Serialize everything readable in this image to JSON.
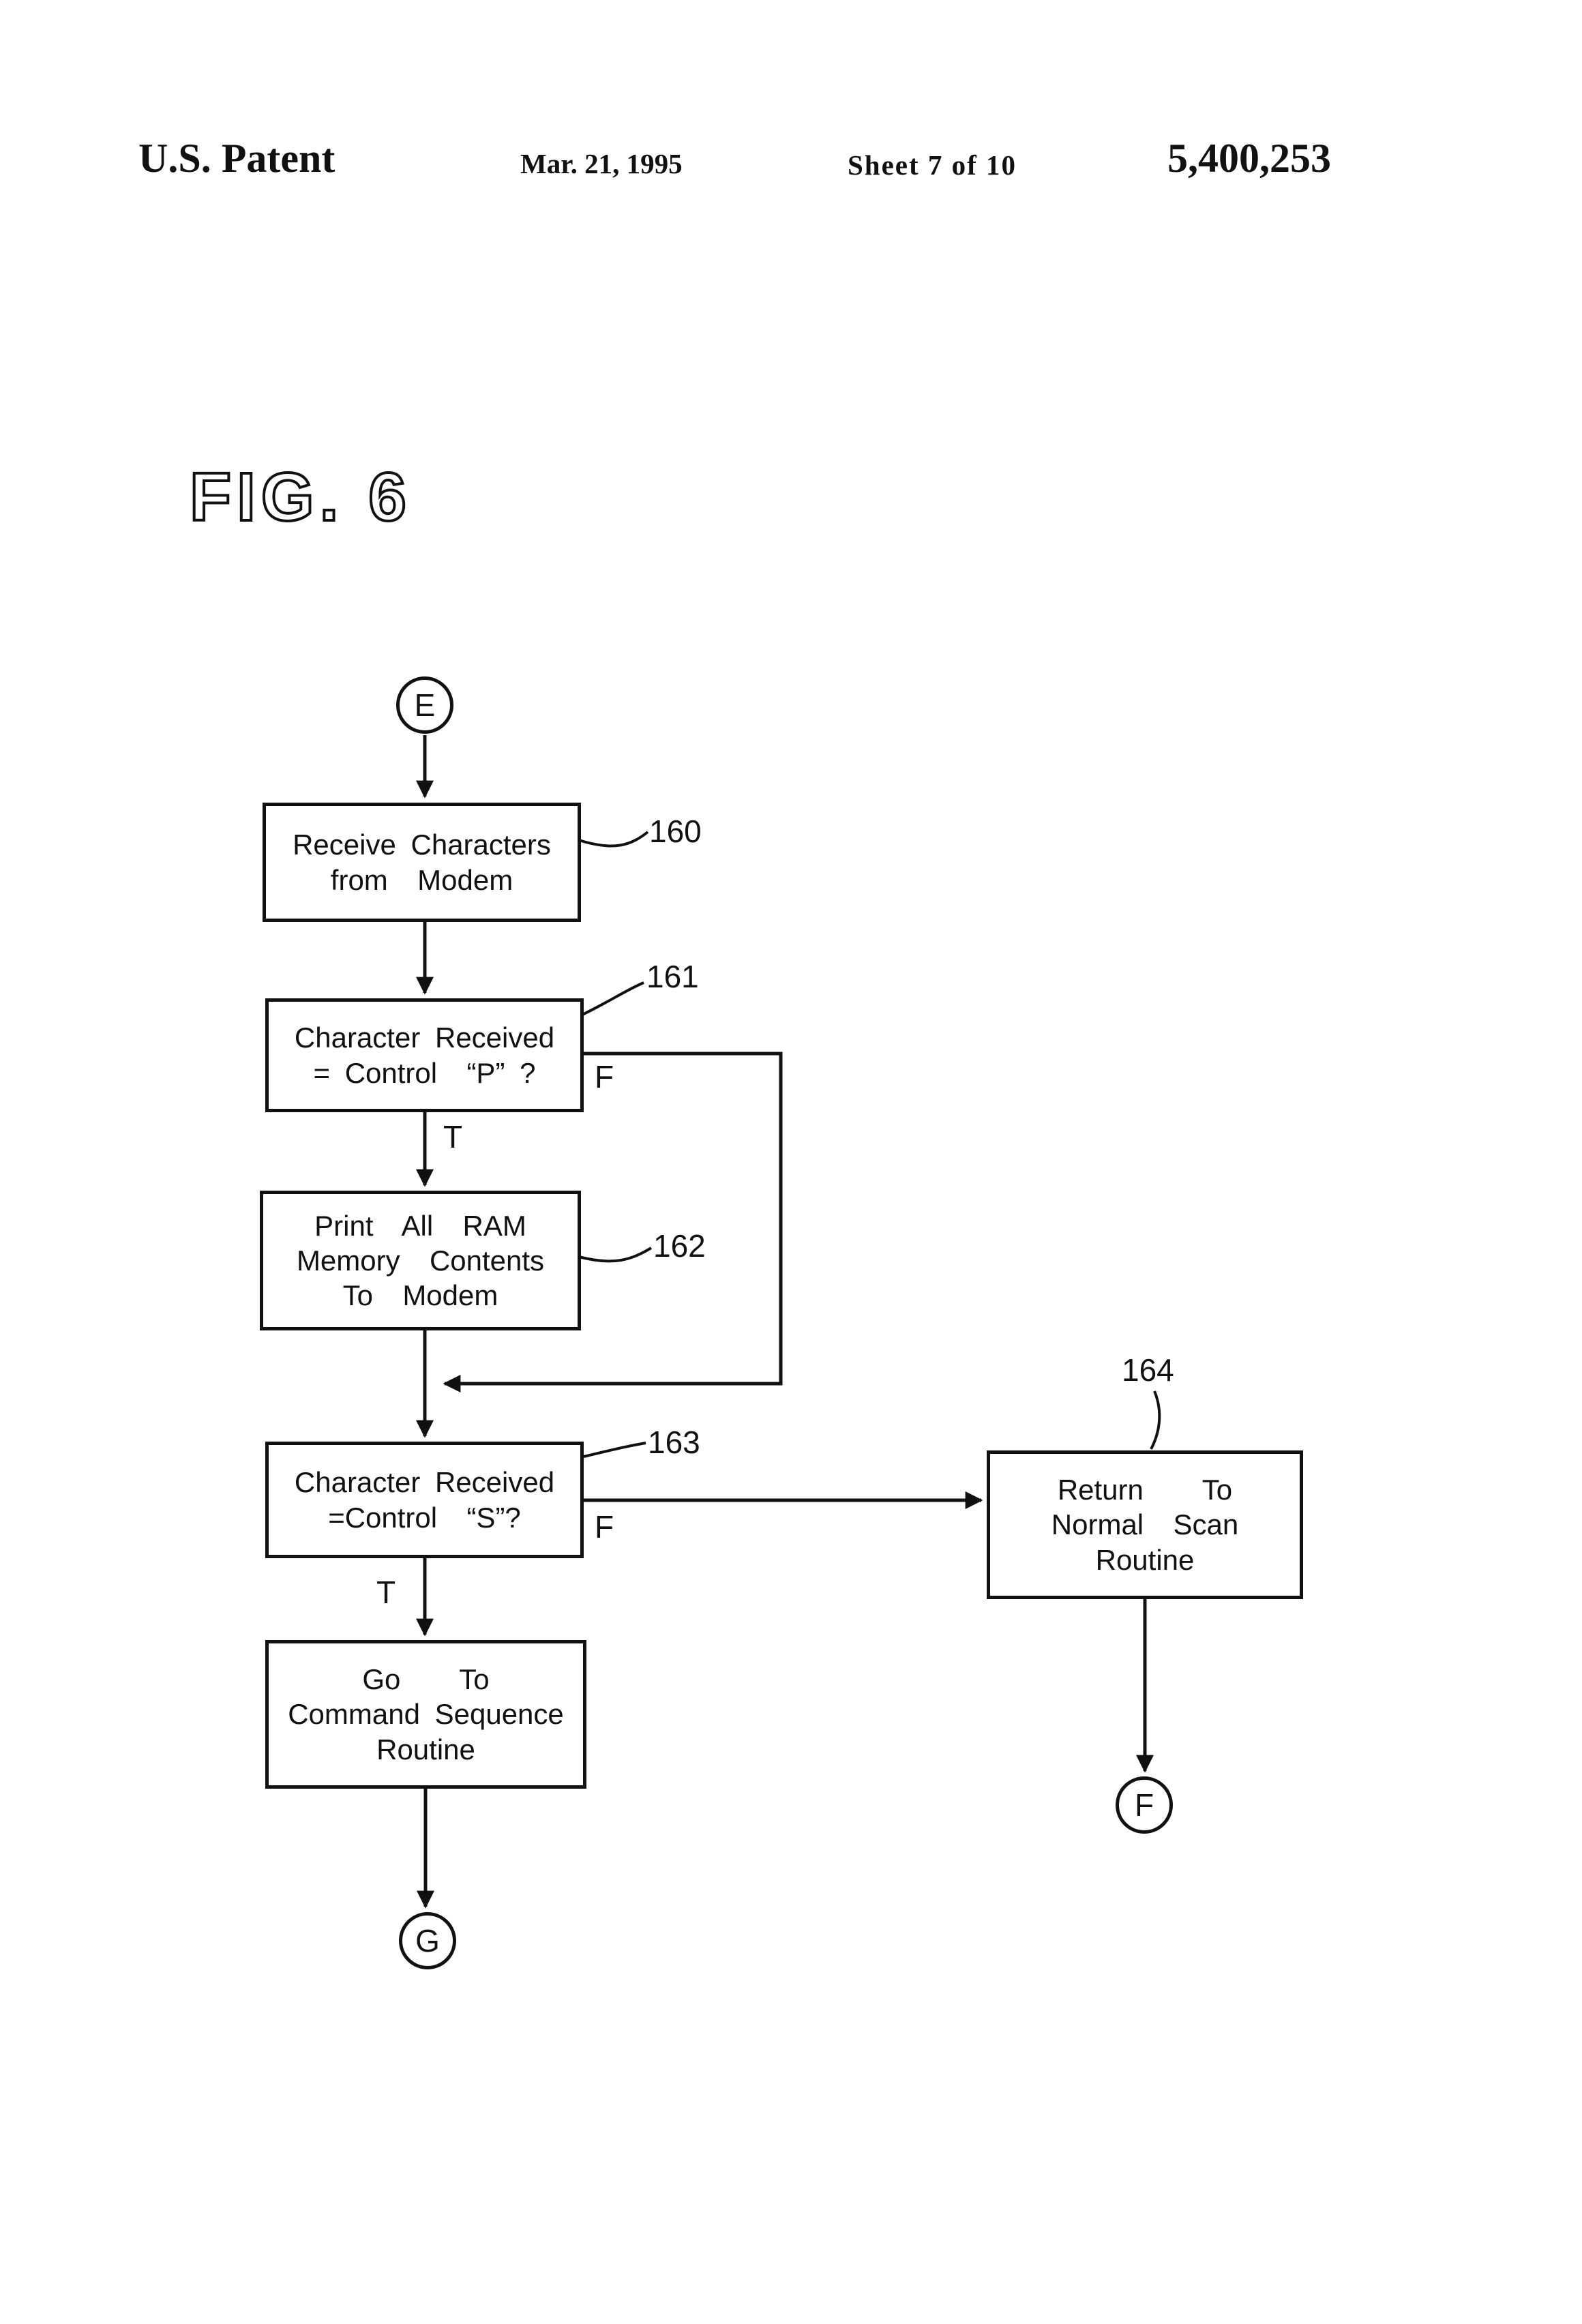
{
  "header": {
    "title": "U.S. Patent",
    "date": "Mar. 21, 1995",
    "sheet": "Sheet 7 of 10",
    "patent_number": "5,400,253"
  },
  "figure": {
    "label": "FIG. 6"
  },
  "flowchart": {
    "start_connector": "E",
    "end_connector_right": "F",
    "end_connector_bottom": "G",
    "branch_labels": {
      "check_p_true": "T",
      "check_p_false": "F",
      "check_s_true": "T",
      "check_s_false": "F"
    },
    "nodes": {
      "receive": {
        "lines": [
          "Receive Characters",
          "from  Modem"
        ],
        "ref": "160"
      },
      "check_p": {
        "lines": [
          "Character Received",
          "= Control  “P” ?"
        ],
        "ref": "161"
      },
      "print_ram": {
        "lines": [
          "Print  All  RAM",
          "Memory  Contents",
          "To  Modem"
        ],
        "ref": "162"
      },
      "check_s": {
        "lines": [
          "Character Received",
          "=Control  “S”?"
        ],
        "ref": "163"
      },
      "return_scan": {
        "lines": [
          "Return    To",
          "Normal  Scan",
          "Routine"
        ],
        "ref": "164"
      },
      "go_command": {
        "lines": [
          "Go    To",
          "Command Sequence",
          "Routine"
        ]
      }
    }
  }
}
